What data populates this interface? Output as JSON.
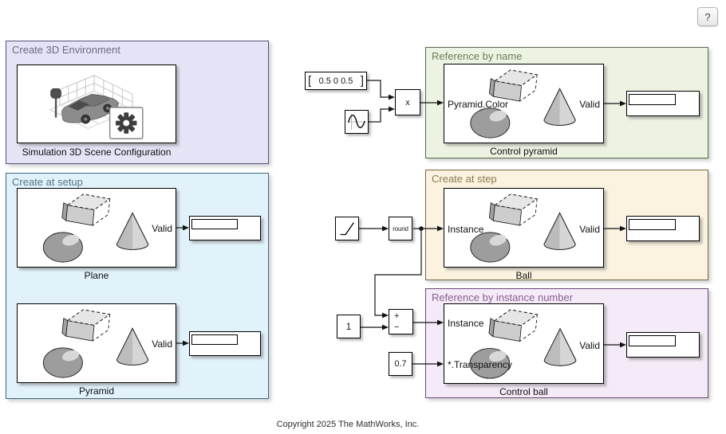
{
  "help_button": {
    "label": "?"
  },
  "copyright": "Copyright 2025 The MathWorks, Inc.",
  "areas": {
    "env": {
      "title": "Create 3D Environment",
      "bg": "#e4e4f6",
      "border": "#55557d",
      "title_color": "#6b6b85"
    },
    "setup": {
      "title": "Create at setup",
      "bg": "#e1f2fb",
      "border": "#3f6880",
      "title_color": "#537488"
    },
    "ref_name": {
      "title": "Reference by name",
      "bg": "#ecf3e2",
      "border": "#5a6b4a",
      "title_color": "#6d7c58"
    },
    "step": {
      "title": "Create at step",
      "bg": "#fbf3e0",
      "border": "#7a6a42",
      "title_color": "#8c7a52"
    },
    "ref_instance": {
      "title": "Reference by instance number",
      "bg": "#f5eaf7",
      "border": "#6a4a78",
      "title_color": "#85618f"
    }
  },
  "blocks": {
    "scene_config": {
      "label": "Simulation 3D Scene Configuration"
    },
    "plane": {
      "label": "Plane",
      "ports": {
        "valid": "Valid"
      }
    },
    "pyramid": {
      "label": "Pyramid",
      "ports": {
        "valid": "Valid"
      }
    },
    "control_pyramid": {
      "label": "Control pyramid",
      "ports": {
        "color": "Pyramid.Color",
        "valid": "Valid"
      }
    },
    "ball": {
      "label": "Ball",
      "ports": {
        "instance": "Instance",
        "valid": "Valid"
      }
    },
    "control_ball": {
      "label": "Control ball",
      "ports": {
        "instance": "Instance",
        "transparency": "*.Transparency",
        "valid": "Valid"
      }
    },
    "color_constant": {
      "bracket_left": "[",
      "value": "0.5 0 0.5",
      "bracket_right": "]"
    },
    "product": {
      "label": "x"
    },
    "round": {
      "label": "round"
    },
    "sum": {
      "plus": "+",
      "minus": "−"
    },
    "one_constant": {
      "value": "1"
    },
    "transparency_constant": {
      "value": "0.7"
    }
  }
}
